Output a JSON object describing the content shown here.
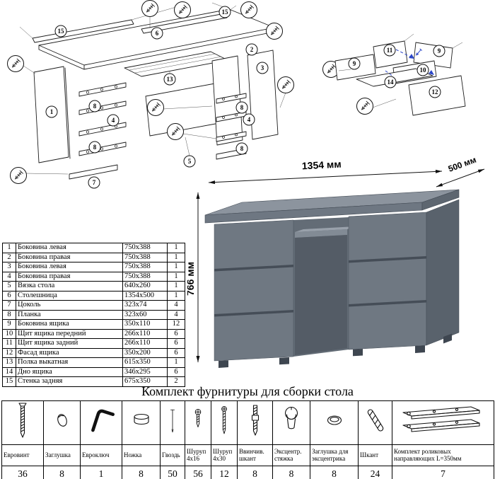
{
  "colors": {
    "desk_gray": "#6f7882",
    "line": "#1c1c1c",
    "accent_blue": "#2b46c8"
  },
  "parts": {
    "rows": [
      {
        "n": "1",
        "name": "Боковина левая",
        "size": "750x388",
        "qty": "1"
      },
      {
        "n": "2",
        "name": "Боковина правая",
        "size": "750x388",
        "qty": "1"
      },
      {
        "n": "3",
        "name": "Боковина левая",
        "size": "750x388",
        "qty": "1"
      },
      {
        "n": "4",
        "name": "Боковина правая",
        "size": "750x388",
        "qty": "1"
      },
      {
        "n": "5",
        "name": "Вязка стола",
        "size": "640x260",
        "qty": "1"
      },
      {
        "n": "6",
        "name": "Столешница",
        "size": "1354x500",
        "qty": "1"
      },
      {
        "n": "7",
        "name": "Цоколь",
        "size": "323x74",
        "qty": "4"
      },
      {
        "n": "8",
        "name": "Планка",
        "size": "323x60",
        "qty": "4"
      },
      {
        "n": "9",
        "name": "Боковина ящика",
        "size": "350x110",
        "qty": "12"
      },
      {
        "n": "10",
        "name": "Щит ящика передний",
        "size": "266x110",
        "qty": "6"
      },
      {
        "n": "11",
        "name": "Щит ящика задний",
        "size": "266x110",
        "qty": "6"
      },
      {
        "n": "12",
        "name": "Фасад ящика",
        "size": "350x200",
        "qty": "6"
      },
      {
        "n": "13",
        "name": "Полка выкатная",
        "size": "615x350",
        "qty": "1"
      },
      {
        "n": "14",
        "name": "Дно ящика",
        "size": "346x295",
        "qty": "6"
      },
      {
        "n": "15",
        "name": "Стенка задняя",
        "size": "675x350",
        "qty": "2"
      }
    ]
  },
  "desk": {
    "width_label": "1354 мм",
    "depth_label": "500 мм",
    "height_label": "766 мм"
  },
  "hardware": {
    "title": "Комплект фурнитуры для сборки стола",
    "items": [
      {
        "icon": "confirmat-screw-icon",
        "name": "Евровинт",
        "qty": "36"
      },
      {
        "icon": "plug-icon",
        "name": "Заглушка",
        "qty": "8"
      },
      {
        "icon": "hex-key-icon",
        "name": "Евроключ",
        "qty": "1"
      },
      {
        "icon": "foot-icon",
        "name": "Ножка",
        "qty": "8"
      },
      {
        "icon": "nail-icon",
        "name": "Гвоздь",
        "qty": "50"
      },
      {
        "icon": "screw-4x16-icon",
        "name": "Шуруп 4x16",
        "qty": "56"
      },
      {
        "icon": "screw-4x30-icon",
        "name": "Шуруп 4x30",
        "qty": "12"
      },
      {
        "icon": "screw-in-dowel-icon",
        "name": "Ввинчив. шкант",
        "qty": "8"
      },
      {
        "icon": "cam-lock-icon",
        "name": "Эксцентр. стяжка",
        "qty": "8"
      },
      {
        "icon": "cam-cap-icon",
        "name": "Заглушка для эксцентрика",
        "qty": "8"
      },
      {
        "icon": "dowel-icon",
        "name": "Шкант",
        "qty": "24"
      },
      {
        "icon": "drawer-slides-icon",
        "name": "Комплект роликовых направляющих L=350мм",
        "qty": "7"
      }
    ]
  },
  "diagram_left": {
    "callouts": [
      "15",
      "6",
      "15",
      "2",
      "3",
      "1",
      "8",
      "4",
      "8",
      "7",
      "13",
      "8",
      "4",
      "8",
      "5"
    ]
  },
  "diagram_right": {
    "callouts": [
      "11",
      "9",
      "9",
      "10",
      "14",
      "12"
    ]
  }
}
